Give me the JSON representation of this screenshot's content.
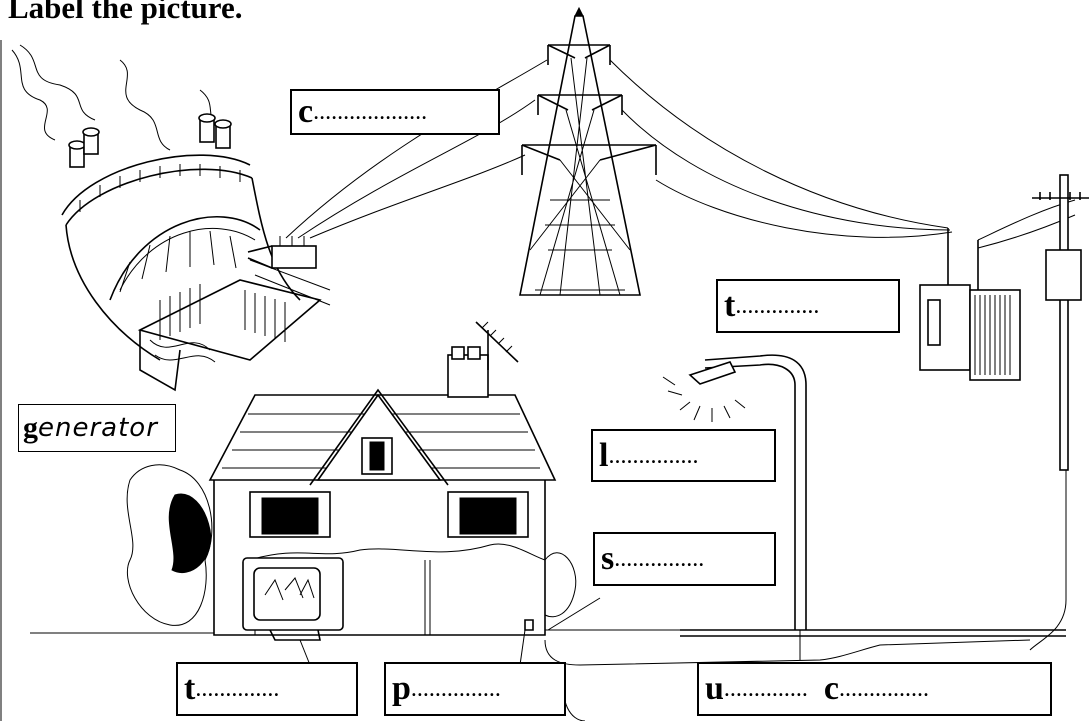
{
  "title": "Label the picture.",
  "labels": {
    "top_c": {
      "initial": "c",
      "dots": "..................."
    },
    "transformer_t": {
      "initial": "t",
      "dots": ".............."
    },
    "generator": {
      "initial": "g",
      "rest": "enerator"
    },
    "lamp_l": {
      "initial": "l",
      "dots": "..............."
    },
    "socket_s": {
      "initial": "s",
      "dots": "..............."
    },
    "tv_t": {
      "initial": "t",
      "dots": ".............."
    },
    "plug_p": {
      "initial": "p",
      "dots": "..............."
    },
    "underground_u": {
      "initial": "u",
      "dots": ".............."
    },
    "underground_c": {
      "initial": "c",
      "dots": "..............."
    }
  }
}
